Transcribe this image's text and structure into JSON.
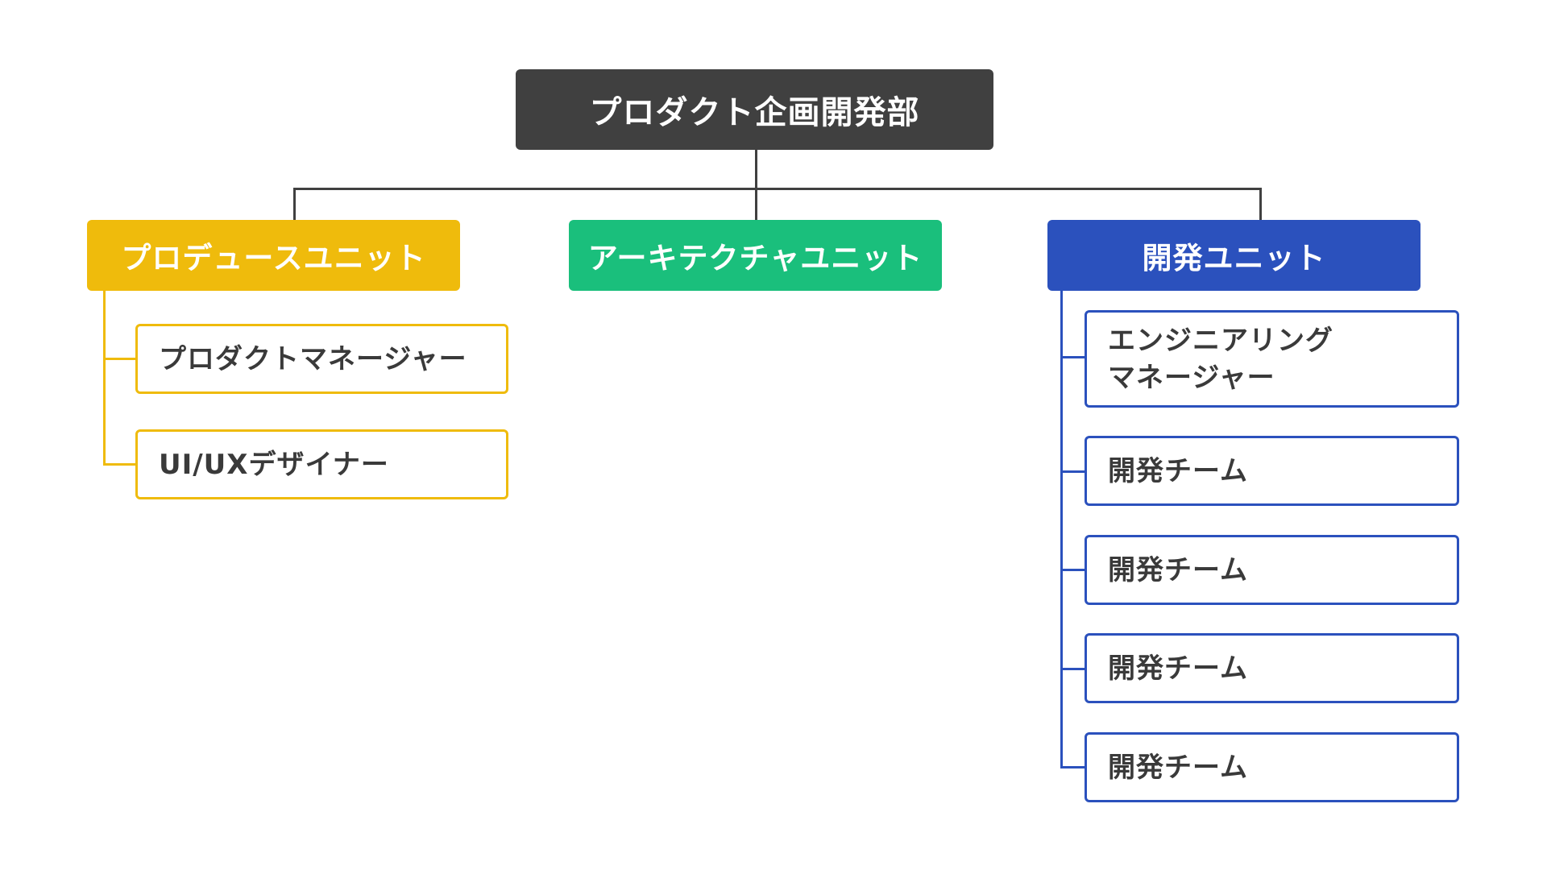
{
  "colors": {
    "root": "#404040",
    "connector": "#404040",
    "produce": "#efbb0c",
    "architecture": "#1abf7c",
    "development": "#2b51bd",
    "child_text": "#3a3a3a"
  },
  "root": {
    "label": "プロダクト企画開発部"
  },
  "units": {
    "produce": {
      "label": "プロデュースユニット",
      "children": [
        "プロダクトマネージャー",
        "UI/UXデザイナー"
      ]
    },
    "architecture": {
      "label": "アーキテクチャユニット"
    },
    "development": {
      "label": "開発ユニット",
      "children": [
        "エンジニアリング\nマネージャー",
        "開発チーム",
        "開発チーム",
        "開発チーム",
        "開発チーム"
      ]
    }
  }
}
